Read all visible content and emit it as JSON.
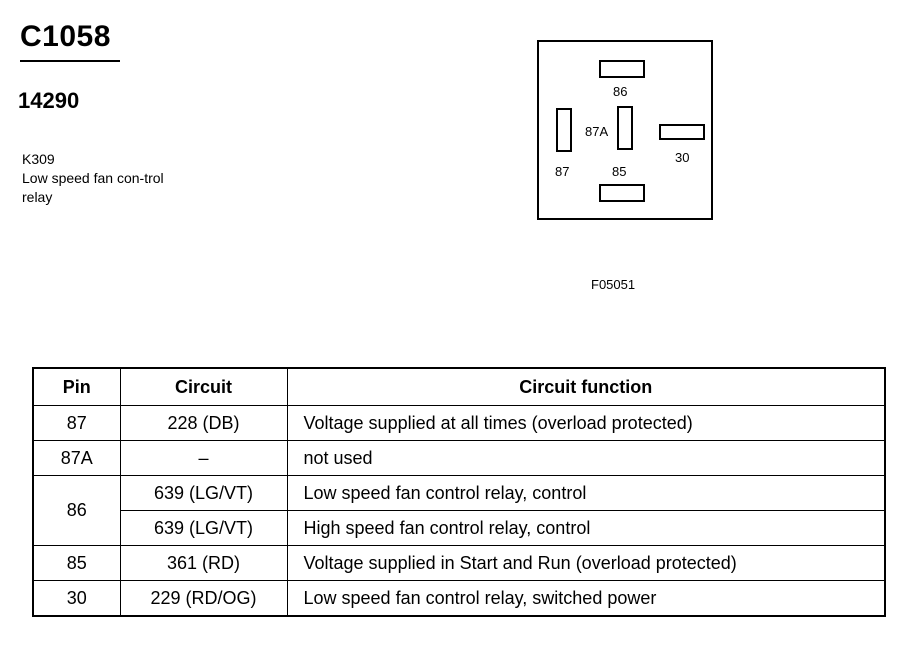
{
  "header": {
    "connector_id": "C1058",
    "part_number": "14290",
    "component_code": "K309",
    "component_description": "Low speed fan con-trol relay"
  },
  "diagram": {
    "pins": [
      {
        "label": "86",
        "orientation": "horizontal"
      },
      {
        "label": "87",
        "orientation": "vertical"
      },
      {
        "label": "87A",
        "orientation": "vertical"
      },
      {
        "label": "30",
        "orientation": "horizontal"
      },
      {
        "label": "85",
        "orientation": "horizontal"
      }
    ],
    "figure_id": "F05051"
  },
  "table": {
    "headers": [
      "Pin",
      "Circuit",
      "Circuit function"
    ],
    "rows": [
      {
        "pin": "87",
        "circuit": "228 (DB)",
        "function": "Voltage supplied at all times (overload protected)"
      },
      {
        "pin": "87A",
        "circuit": "–",
        "function": "not used"
      },
      {
        "pin": "86",
        "circuit": "639 (LG/VT)",
        "function": "Low speed fan control relay, control"
      },
      {
        "pin": "",
        "circuit": "639 (LG/VT)",
        "function": "High speed fan control relay, control"
      },
      {
        "pin": "85",
        "circuit": "361 (RD)",
        "function": "Voltage supplied in Start and Run (overload protected)"
      },
      {
        "pin": "30",
        "circuit": "229 (RD/OG)",
        "function": "Low speed fan control relay, switched power"
      }
    ]
  }
}
